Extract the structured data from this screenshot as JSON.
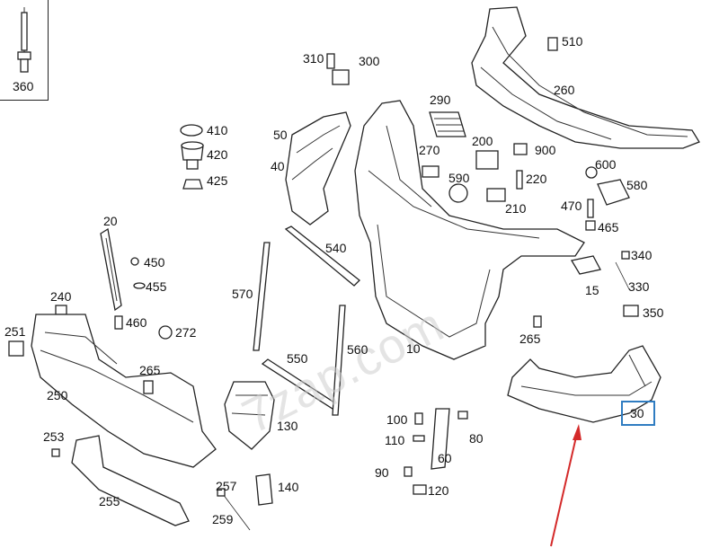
{
  "inset": {
    "label": "360"
  },
  "highlight": {
    "label": "30",
    "color": "#2f7cc1"
  },
  "arrow": {
    "color": "#d42a2a"
  },
  "watermark": "7zap.com",
  "labels": [
    {
      "id": "510",
      "text": "510"
    },
    {
      "id": "260",
      "text": "260"
    },
    {
      "id": "310",
      "text": "310"
    },
    {
      "id": "300",
      "text": "300"
    },
    {
      "id": "290",
      "text": "290"
    },
    {
      "id": "410",
      "text": "410"
    },
    {
      "id": "420",
      "text": "420"
    },
    {
      "id": "425",
      "text": "425"
    },
    {
      "id": "50",
      "text": "50"
    },
    {
      "id": "40",
      "text": "40"
    },
    {
      "id": "270",
      "text": "270"
    },
    {
      "id": "200",
      "text": "200"
    },
    {
      "id": "900",
      "text": "900"
    },
    {
      "id": "600",
      "text": "600"
    },
    {
      "id": "590",
      "text": "590"
    },
    {
      "id": "220",
      "text": "220"
    },
    {
      "id": "580",
      "text": "580"
    },
    {
      "id": "210",
      "text": "210"
    },
    {
      "id": "470",
      "text": "470"
    },
    {
      "id": "465",
      "text": "465"
    },
    {
      "id": "20",
      "text": "20"
    },
    {
      "id": "540",
      "text": "540"
    },
    {
      "id": "340",
      "text": "340"
    },
    {
      "id": "450",
      "text": "450"
    },
    {
      "id": "330",
      "text": "330"
    },
    {
      "id": "455",
      "text": "455"
    },
    {
      "id": "15",
      "text": "15"
    },
    {
      "id": "240",
      "text": "240"
    },
    {
      "id": "570",
      "text": "570"
    },
    {
      "id": "350",
      "text": "350"
    },
    {
      "id": "460",
      "text": "460"
    },
    {
      "id": "251",
      "text": "251"
    },
    {
      "id": "272",
      "text": "272"
    },
    {
      "id": "265a",
      "text": "265"
    },
    {
      "id": "10",
      "text": "10"
    },
    {
      "id": "560",
      "text": "560"
    },
    {
      "id": "550",
      "text": "550"
    },
    {
      "id": "265b",
      "text": "265"
    },
    {
      "id": "250",
      "text": "250"
    },
    {
      "id": "130",
      "text": "130"
    },
    {
      "id": "100",
      "text": "100"
    },
    {
      "id": "80",
      "text": "80"
    },
    {
      "id": "253",
      "text": "253"
    },
    {
      "id": "110",
      "text": "110"
    },
    {
      "id": "60",
      "text": "60"
    },
    {
      "id": "90",
      "text": "90"
    },
    {
      "id": "257",
      "text": "257"
    },
    {
      "id": "140",
      "text": "140"
    },
    {
      "id": "120",
      "text": "120"
    },
    {
      "id": "255",
      "text": "255"
    },
    {
      "id": "259",
      "text": "259"
    }
  ]
}
